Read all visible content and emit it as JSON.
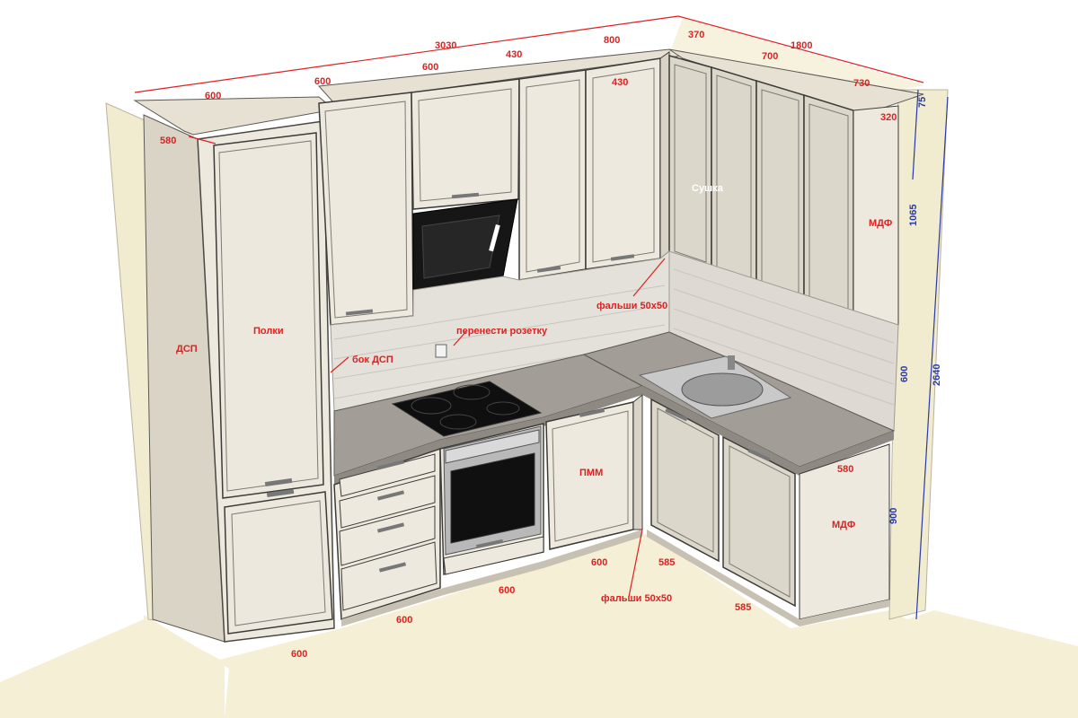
{
  "dimensions": {
    "top_total": "3030",
    "top_left_600a": "600",
    "top_left_600b": "600",
    "top_mid_600": "600",
    "top_430a": "430",
    "top_430b": "430",
    "top_800": "800",
    "side_370": "370",
    "side_1800": "1800",
    "side_700": "700",
    "side_730": "730",
    "depth_580_top": "580",
    "depth_320": "320",
    "height_75": "75",
    "height_1065": "1065",
    "height_600": "600",
    "height_2640": "2640",
    "height_900": "900",
    "depth_580_bottom": "580",
    "bottom_600_left": "600",
    "bottom_600_a": "600",
    "bottom_600_b": "600",
    "bottom_600_c": "600",
    "bottom_585_a": "585",
    "bottom_585_b": "585"
  },
  "labels": {
    "dsp": "ДСП",
    "polki": "Полки",
    "bok_dsp": "бок ДСП",
    "move_socket": "перенести розетку",
    "falshi_top": "фальши 50х50",
    "falshi_bottom": "фальши 50х50",
    "sushka": "Сушка",
    "mdf_top": "МДФ",
    "mdf_bottom": "МДФ",
    "pmm": "ПММ"
  },
  "colors": {
    "wall": "#f1ebcf",
    "floor": "#f5efd6",
    "cabinet": "#ede9df",
    "cabinet_shadow": "#cfc9bb",
    "countertop": "#a39d97",
    "backsplash": "#e4e1db",
    "dim_red": "#e02020",
    "dim_blue": "#2a3aa8"
  }
}
